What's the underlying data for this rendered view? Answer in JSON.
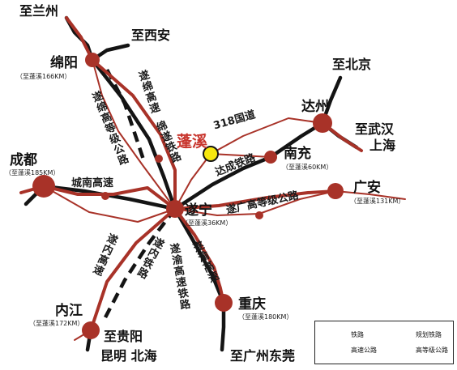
{
  "focus": {
    "label": "蓬溪"
  },
  "cities": {
    "mianyang": {
      "name": "绵阳",
      "distance": "（至蓬溪166KM）"
    },
    "chengdu": {
      "name": "成都",
      "distance": "（至蓬溪185KM）"
    },
    "nanchong": {
      "name": "南充",
      "distance": "（至蓬溪60KM）"
    },
    "suining": {
      "name": "遂宁",
      "distance": "（至蓬溪36KM）"
    },
    "guangan": {
      "name": "广安",
      "distance": "（至蓬溪131KM）"
    },
    "dazhou": {
      "name": "达州"
    },
    "neijiang": {
      "name": "内江",
      "distance": "（至蓬溪172KM）"
    },
    "chongqing": {
      "name": "重庆",
      "distance": "（至蓬溪180KM）"
    }
  },
  "destinations": {
    "lanzhou": "至兰州",
    "xian": "至西安",
    "beijing": "至北京",
    "wuhan": "至武汉",
    "shanghai": "上海",
    "guiyang": "至贵阳",
    "kunming_beihai": "昆明 北海",
    "guangzhou_dongguan": "至广州东莞"
  },
  "roads": {
    "g318": "318国道",
    "dacheng_rail": "达成铁路",
    "chengnan_expressway": "城南高速",
    "suiguang_highway": "遂广高等级公路",
    "suimian_expressway": "遂绵高速",
    "mianshui_rail": "绵遂铁路",
    "suimian_highway": "遂绵高等级公路",
    "suinei_expressway": "遂内高速",
    "suinei_rail": "遂内铁路",
    "suiyu_rail": "遂渝高速铁路",
    "suiyu_expressway": "遂渝高速"
  },
  "legend": {
    "railway": "铁路",
    "planned_railway": "规划铁路",
    "expressway": "高速公路",
    "highway": "高等级公路"
  },
  "colors": {
    "railway": "#141414",
    "expressway": "#a83228",
    "node": "#a83228",
    "focus_fill": "#f6e70f",
    "focus_text": "#c8352d"
  }
}
